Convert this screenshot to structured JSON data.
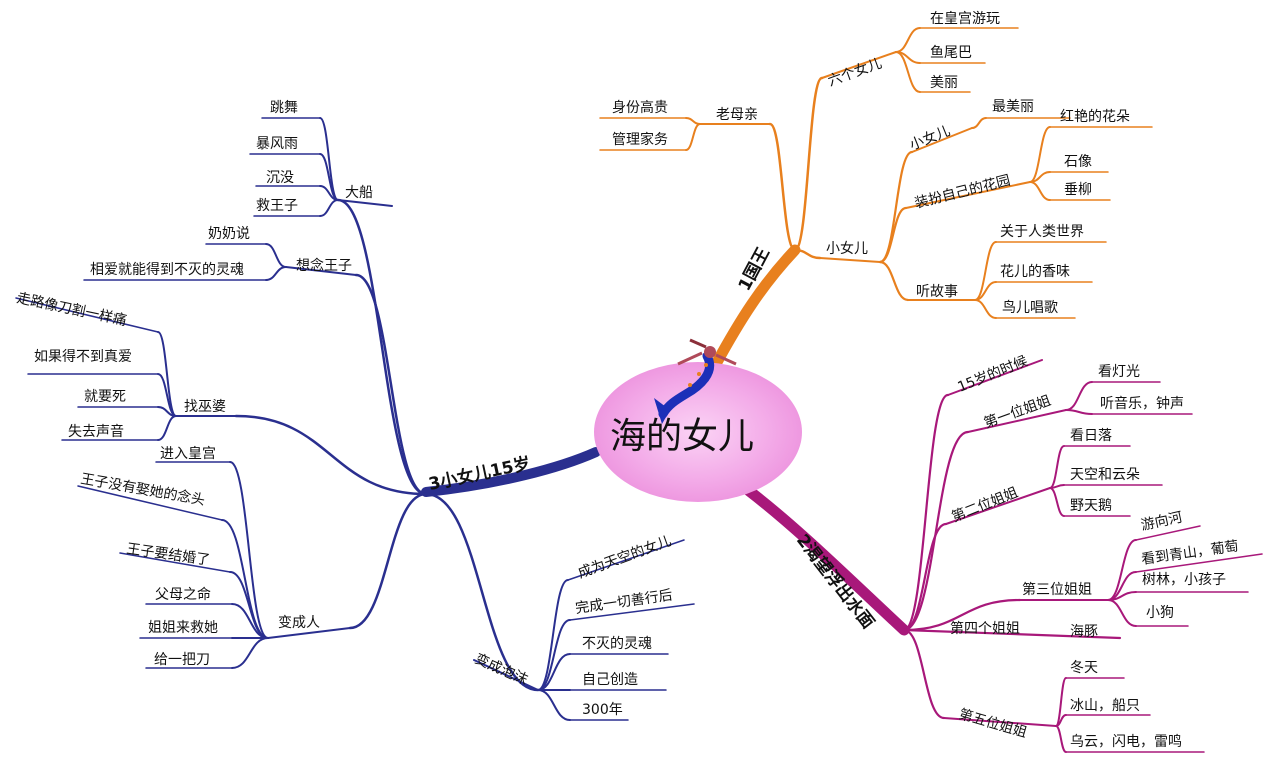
{
  "colors": {
    "king": "#E8801E",
    "surface": "#A8187A",
    "girl": "#2A2F8F",
    "center_fill": "#F2A6E6",
    "text": "#111111"
  },
  "center": {
    "title": "海的女儿"
  },
  "branches": [
    {
      "label": "1国王",
      "color_key": "king",
      "children": [
        {
          "label": "老母亲",
          "children": [
            {
              "label": "身份高贵"
            },
            {
              "label": "管理家务"
            }
          ]
        },
        {
          "label": "六个女儿",
          "children": [
            {
              "label": "在皇宫游玩"
            },
            {
              "label": "鱼尾巴"
            },
            {
              "label": "美丽"
            }
          ]
        },
        {
          "label": "小女儿",
          "children": [
            {
              "label": "小女儿",
              "children": [
                {
                  "label": "最美丽"
                }
              ]
            },
            {
              "label": "装扮自己的花园",
              "children": [
                {
                  "label": "红艳的花朵"
                },
                {
                  "label": "石像"
                },
                {
                  "label": "垂柳"
                }
              ]
            },
            {
              "label": "听故事",
              "children": [
                {
                  "label": "关于人类世界"
                },
                {
                  "label": "花儿的香味"
                },
                {
                  "label": "鸟儿唱歌"
                }
              ]
            }
          ]
        }
      ]
    },
    {
      "label": "2渴望浮出水面",
      "color_key": "surface",
      "children": [
        {
          "label": "15岁的时候"
        },
        {
          "label": "第一位姐姐",
          "children": [
            {
              "label": "看灯光"
            },
            {
              "label": "听音乐，钟声"
            }
          ]
        },
        {
          "label": "第二位姐姐",
          "children": [
            {
              "label": "看日落"
            },
            {
              "label": "天空和云朵"
            },
            {
              "label": "野天鹅"
            }
          ]
        },
        {
          "label": "第三位姐姐",
          "children": [
            {
              "label": "游向河"
            },
            {
              "label": "看到青山，葡萄"
            },
            {
              "label": "树林，小孩子"
            },
            {
              "label": "小狗"
            }
          ]
        },
        {
          "label": "第四个姐姐",
          "children": [
            {
              "label": "海豚"
            }
          ]
        },
        {
          "label": "第五位姐姐",
          "children": [
            {
              "label": "冬天"
            },
            {
              "label": "冰山，船只"
            },
            {
              "label": "乌云，闪电，雷鸣"
            }
          ]
        }
      ]
    },
    {
      "label": "3小女儿15岁",
      "color_key": "girl",
      "children": [
        {
          "label": "大船",
          "children": [
            {
              "label": "跳舞"
            },
            {
              "label": "暴风雨"
            },
            {
              "label": "沉没"
            },
            {
              "label": "救王子"
            }
          ]
        },
        {
          "label": "想念王子",
          "children": [
            {
              "label": "奶奶说"
            },
            {
              "label": "相爱就能得到不灭的灵魂"
            }
          ]
        },
        {
          "label": "找巫婆",
          "children": [
            {
              "label": "走路像刀割一样痛"
            },
            {
              "label": "如果得不到真爱"
            },
            {
              "label": "就要死"
            },
            {
              "label": "失去声音"
            }
          ]
        },
        {
          "label": "变成人",
          "children": [
            {
              "label": "进入皇宫"
            },
            {
              "label": "王子没有娶她的念头"
            },
            {
              "label": "王子要结婚了"
            },
            {
              "label": "父母之命"
            },
            {
              "label": "姐姐来救她"
            },
            {
              "label": "给一把刀"
            }
          ]
        },
        {
          "label": "变成泡沫",
          "children": [
            {
              "label": "成为天空的女儿"
            },
            {
              "label": "完成一切善行后"
            },
            {
              "label": "不灭的灵魂"
            },
            {
              "label": "自己创造"
            },
            {
              "label": "300年"
            }
          ]
        }
      ]
    }
  ]
}
